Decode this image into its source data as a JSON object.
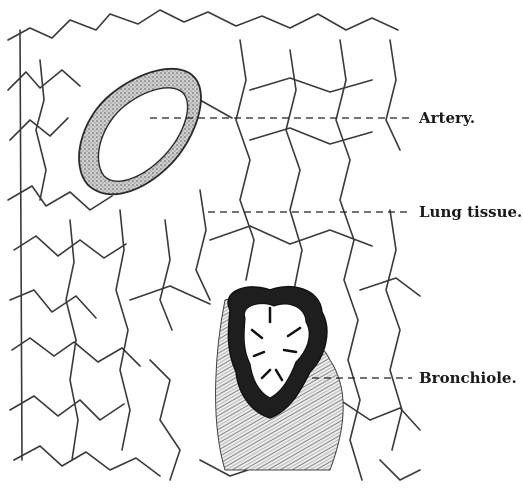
{
  "labels": {
    "artery": "Artery.",
    "lung_tissue": "Lung tissue.",
    "bronchiole": "Bronchiole."
  },
  "colors": {
    "ink": "#2a2a2a",
    "stipple": "#8a8a8a",
    "paper": "#ffffff"
  }
}
